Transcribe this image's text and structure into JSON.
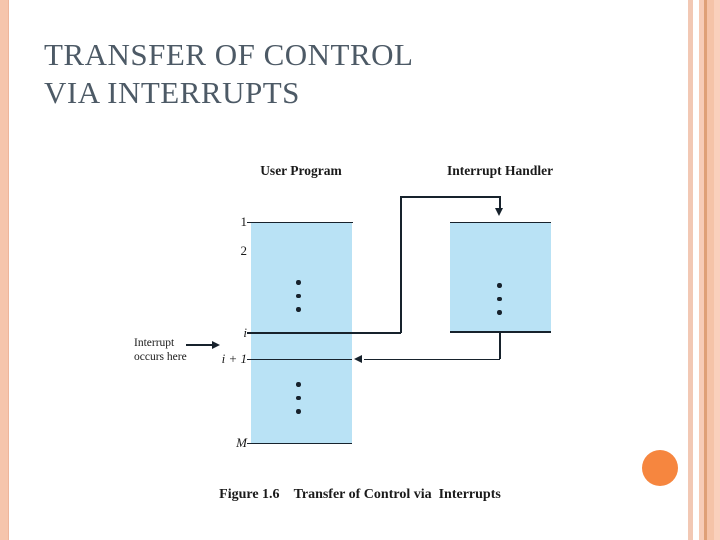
{
  "slide": {
    "title_lines": [
      "TRANSFER OF CONTROL",
      "VIA INTERRUPTS"
    ]
  },
  "diagram": {
    "user_program_header": "User Program",
    "interrupt_handler_header": "Interrupt Handler",
    "interrupt_note_line1": "Interrupt",
    "interrupt_note_line2": "occurs here",
    "row_labels": {
      "r1": "1",
      "r2": "2",
      "ri": "i",
      "ri1": "i + 1",
      "rM": "M"
    }
  },
  "caption": {
    "figure_number": "Figure 1.6",
    "figure_title": "Transfer of Control via  Interrupts"
  },
  "colors": {
    "box_fill": "#b9e2f5",
    "line": "#17222c",
    "title_text": "#4d5a66",
    "body_text": "#1a1a1a",
    "stripe_light": "#f6c5ac",
    "stripe_mid": "#f5c3a8",
    "stripe_dark": "#dfa077",
    "stripe_pale": "#fad0bc",
    "circle_accent": "#f6863f"
  }
}
